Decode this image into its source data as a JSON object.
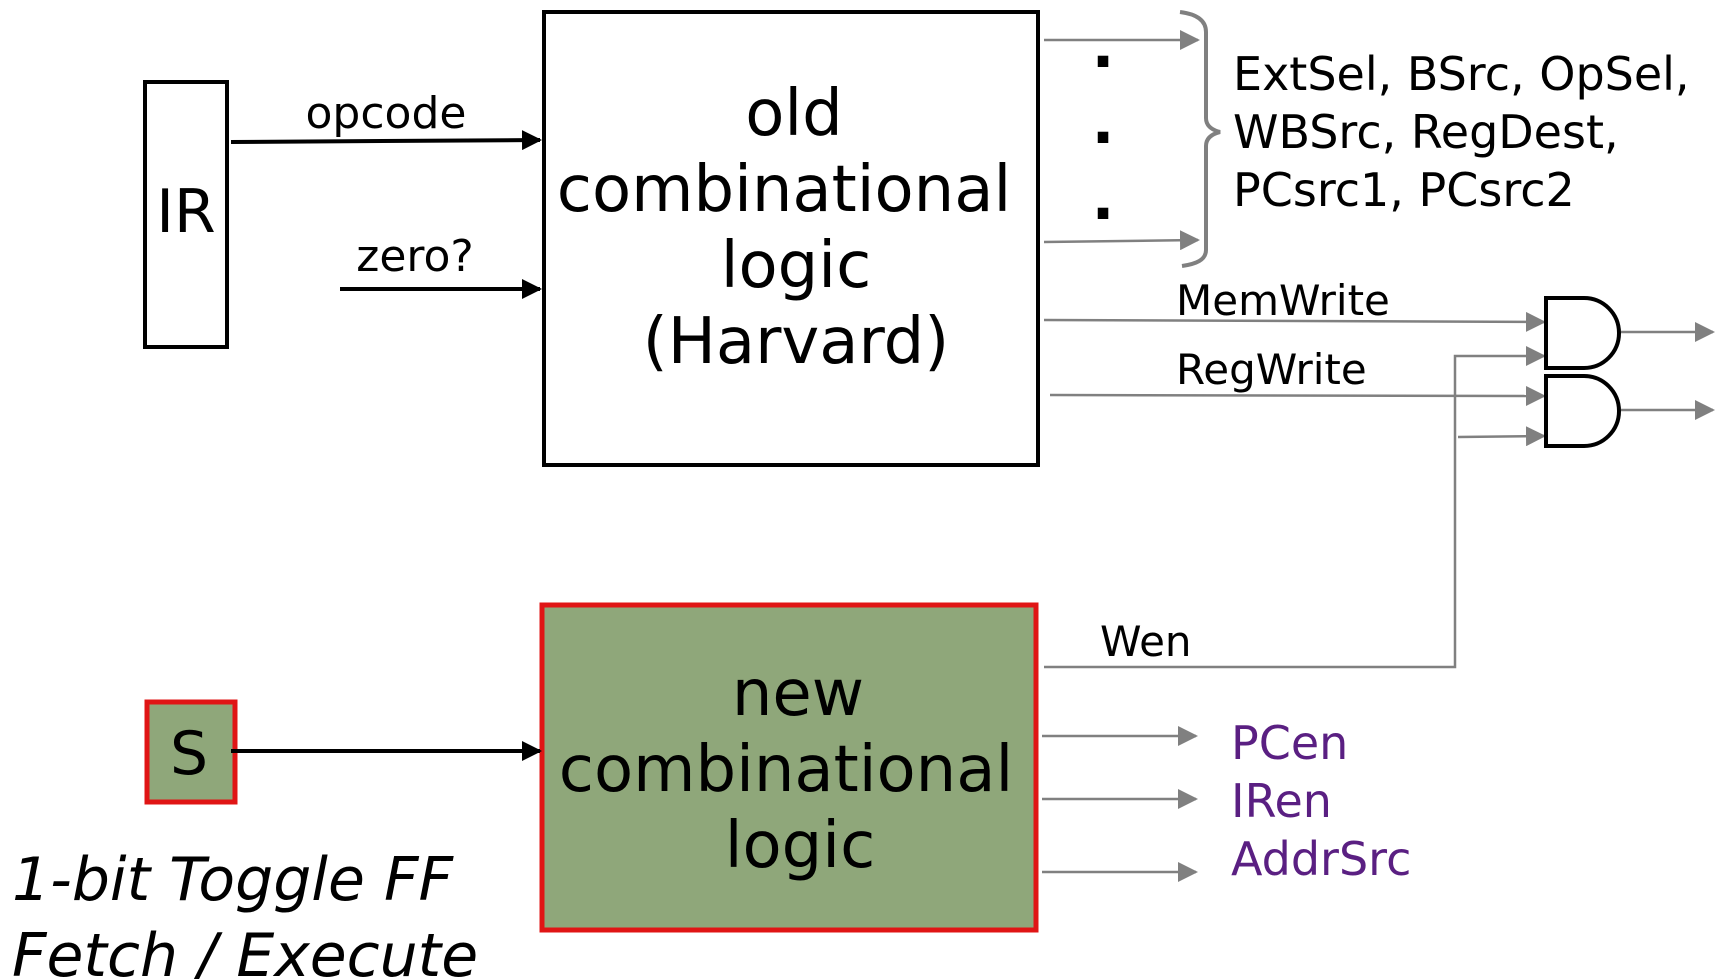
{
  "ir": {
    "label": "IR",
    "inputs": [
      "opcode",
      "zero?"
    ]
  },
  "old_logic": {
    "lines": [
      "old",
      "combinational",
      "logic",
      "(Harvard)"
    ]
  },
  "outputs_group": {
    "dots": [
      "·",
      "·",
      "·"
    ],
    "lines": [
      "ExtSel, BSrc, OpSel,",
      "WBSrc, RegDest,",
      "PCsrc1, PCsrc2"
    ]
  },
  "gated_signals": [
    "MemWrite",
    "RegWrite"
  ],
  "wen": "Wen",
  "new_logic": {
    "lines": [
      "new",
      "combinational",
      "logic"
    ],
    "fill": "#8fa77a",
    "border": "#e01515"
  },
  "state": {
    "label": "S",
    "fill": "#8fa77a",
    "border": "#e01515"
  },
  "new_outputs": [
    "PCen",
    "IRen",
    "AddrSrc"
  ],
  "caption": [
    "1-bit Toggle FF",
    "Fetch / Execute"
  ],
  "colors": {
    "new_output_text": "#5a1f82",
    "wire_gray": "#808080"
  }
}
